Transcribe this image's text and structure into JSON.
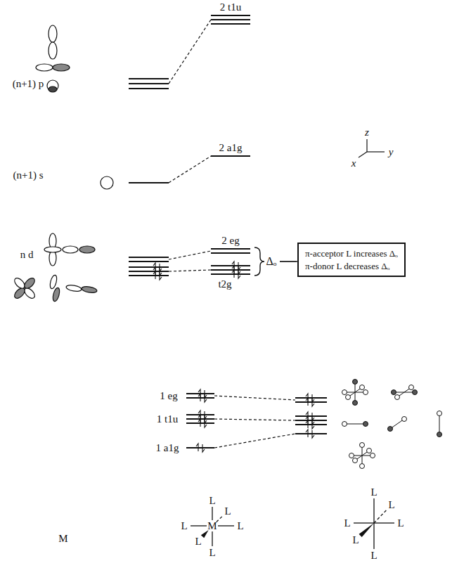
{
  "diagram": {
    "nodes": [
      {
        "text": [
          "π-acceptor L increases Δₒ",
          "π-donor L decreases Δₒ"
        ]
      }
    ],
    "labels": [
      "2 t1u",
      "(n+1) p",
      "z",
      "y",
      "x",
      "2 a1g",
      "(n+1) s",
      "2 eg",
      "Δₒ",
      "n d",
      "t2g",
      "1 eg",
      "1 t1u",
      "1 a1g",
      "M",
      "L",
      "L",
      "L",
      "M",
      "L",
      "L",
      "L",
      "L",
      "L",
      "L",
      "L",
      "L",
      "L"
    ]
  }
}
